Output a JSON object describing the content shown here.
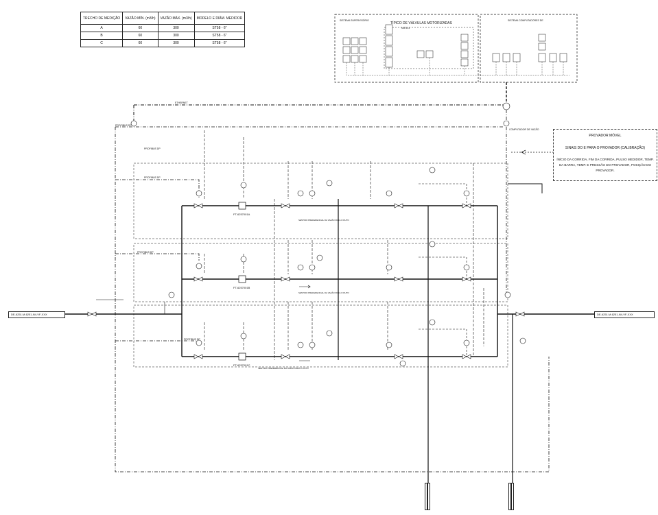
{
  "meter_table": {
    "headers": [
      "TRECHO DE MEDIÇÃO",
      "VAZÃO MÍN. (m3/h)",
      "VAZÃO MÁX. (m3/h)",
      "MODELO E DIÂM. MEDIDOR"
    ],
    "rows": [
      [
        "A",
        "60",
        "300",
        "ST58 - 6\""
      ],
      [
        "B",
        "60",
        "300",
        "ST58 - 6\""
      ],
      [
        "C",
        "60",
        "300",
        "ST58 - 6\""
      ]
    ]
  },
  "top_panel": {
    "left_box_label": "SISTEMA SUPERVISÓRIO",
    "title": "TÍPICO DE VÁLVULAS MOTORIZADAS",
    "subtitle": "NOTA 4",
    "right_box_label": "SISTEMA COMPUTADORES DE"
  },
  "labels": {
    "ethernet": "ETHERNET",
    "profibus_dp": "PROFIBUS DP",
    "computador_de_vazao": "COMPUTADOR DE VAZÃO",
    "fit_a": "FT-6257001A",
    "fit_b": "FT-6257001B",
    "fit_c": "FT-6257001C",
    "sentido_preferencial": "SENTIDO PREFERENCIAL DA VAZÃO PARA O DUTO"
  },
  "prover": {
    "title": "PROVADOR MÓVEL",
    "signals": "SINAIS DO E PARA O PROVADOR (CALIBRAÇÃO)",
    "desc": "ÍNÍCIO DA CORRIDA, FIM DA CORRIDA, PULSO MEDIDOR, TEMP. DA BARRA, TEMP. E PRESSÃO DO PROVADOR, POSIÇÃO DO PROVADOR."
  },
  "inlet_label": "DE-6251.M-6251-N4-VF-XXX",
  "outlet_label": "DE-6251.M-6251-N4-VF-XXX",
  "colors": {
    "line": "#111111",
    "background": "#ffffff"
  }
}
